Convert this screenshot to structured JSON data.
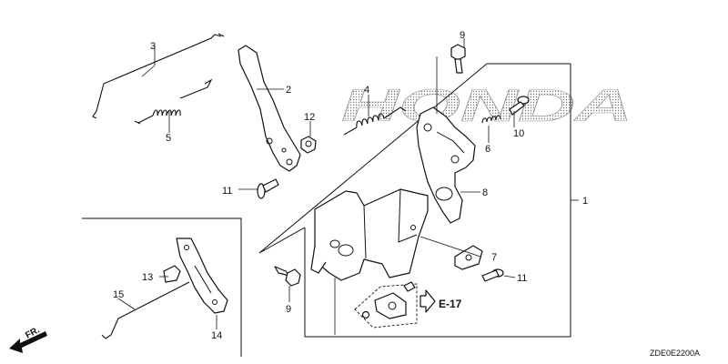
{
  "brand_watermark": "HONDA",
  "diagram_code": "ZDE0E2200A",
  "reference": {
    "label": "E-17"
  },
  "direction": {
    "label": "FR."
  },
  "callouts": [
    {
      "id": "c1",
      "text": "1"
    },
    {
      "id": "c2",
      "text": "2"
    },
    {
      "id": "c3",
      "text": "3"
    },
    {
      "id": "c4",
      "text": "4"
    },
    {
      "id": "c5",
      "text": "5"
    },
    {
      "id": "c6",
      "text": "6"
    },
    {
      "id": "c7",
      "text": "7"
    },
    {
      "id": "c8",
      "text": "8"
    },
    {
      "id": "c9a",
      "text": "9"
    },
    {
      "id": "c9b",
      "text": "9"
    },
    {
      "id": "c10",
      "text": "10"
    },
    {
      "id": "c11a",
      "text": "11"
    },
    {
      "id": "c11b",
      "text": "11"
    },
    {
      "id": "c12",
      "text": "12"
    },
    {
      "id": "c13",
      "text": "13"
    },
    {
      "id": "c14",
      "text": "14"
    },
    {
      "id": "c15",
      "text": "15"
    }
  ]
}
